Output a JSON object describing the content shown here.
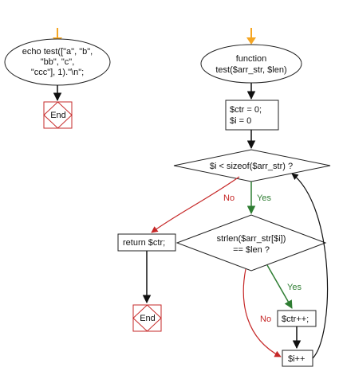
{
  "left": {
    "call_line1": "echo test([\"a\", \"b\",",
    "call_line2": "\"bb\", \"c\",",
    "call_line3": "\"ccc\"], 1).\"\\n\";",
    "end": "End"
  },
  "main": {
    "func_line1": "function",
    "func_line2": "test($arr_str, $len)",
    "init_line1": "$ctr = 0;",
    "init_line2": "$i = 0",
    "loop_cond": "$i < sizeof($arr_str) ?",
    "inner_line1": "strlen($arr_str[$i])",
    "inner_line2": "== $len ?",
    "return": "return $ctr;",
    "ctr_inc": "$ctr++;",
    "i_inc": "$i++",
    "end": "End"
  },
  "labels": {
    "yes": "Yes",
    "no": "No"
  },
  "colors": {
    "start_arrow": "#f5a623",
    "yes": "#2e7d32",
    "no": "#c62828",
    "end_border": "#c62828",
    "stroke": "#222222"
  }
}
